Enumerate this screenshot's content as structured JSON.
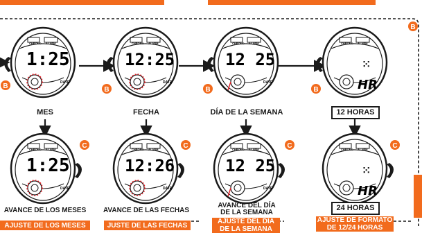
{
  "labels": {
    "mes": "MES",
    "fecha": "FECHA",
    "dia_semana": "DÍA DE LA SEMANA",
    "doce_horas": "12 HORAS",
    "avance_meses": "AVANCE DE LOS MESES",
    "avance_fechas": "AVANCE DE LAS FECHAS",
    "avance_dia_1": "AVANCE DEL DÍA",
    "avance_dia_2": "DE LA SEMANA",
    "veinticuatro_horas": "24 HORAS"
  },
  "orange_boxes": {
    "ajuste_meses": "AJUSTE DE LOS MESES",
    "ajuste_fechas": "JUSTE DE LAS FECHAS",
    "ajuste_dia_1": "AJUSTE DEL DÍA",
    "ajuste_dia_2": "DE LA SEMANA",
    "ajuste_formato_1": "AJUSTE DE FORMATO",
    "ajuste_formato_2": "DE 12/24 HORAS"
  },
  "buttons": {
    "b": "B",
    "c": "C"
  },
  "watch_text": {
    "chrono": "CHRONO",
    "alarm": "ALARM",
    "date": "DATE",
    "hr": "HR"
  },
  "displays": {
    "w1": "1:25",
    "w2": "12:25",
    "w3": "12 25",
    "w4": "",
    "w5": "1:25",
    "w6": "12:26",
    "w7": "12 25",
    "w8": ""
  },
  "colors": {
    "accent": "#f26b1d",
    "ink": "#1a1a1a",
    "blink": "#e8232a"
  }
}
